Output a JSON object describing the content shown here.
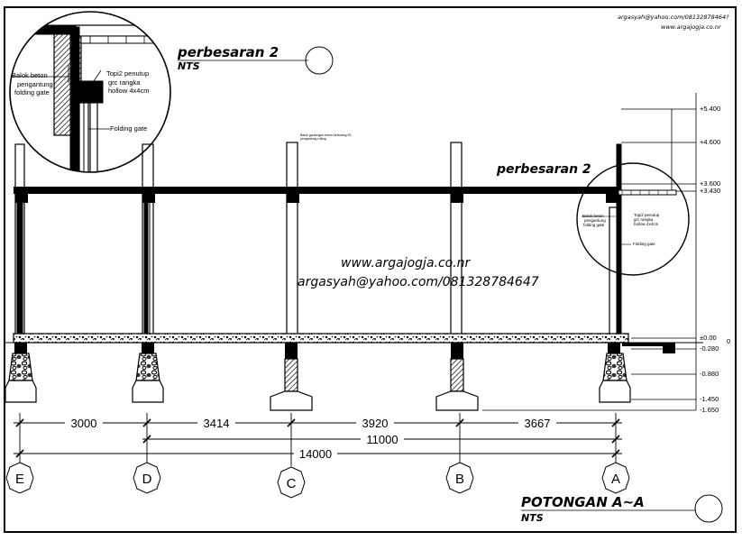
{
  "header": {
    "contact_line1": "argasyah@yahoo.com/08132878464?",
    "contact_line2": "www.argajogja.co.nr"
  },
  "watermark": {
    "line1": "www.argajogja.co.nr",
    "line2": "argasyah@yahoo.com/081328784647"
  },
  "detail_title": {
    "title": "perbesaran 2",
    "scale": "NTS"
  },
  "detail_callout": {
    "label": "perbesaran 2"
  },
  "detail_notes": {
    "beam": [
      "Balok beton",
      "pengantung",
      "folding gate"
    ],
    "cap": [
      "Topi2 penutup",
      "grc rangka",
      "hollow 4x4cm"
    ],
    "gate": "Folding gate"
  },
  "small_notes": {
    "beam": [
      "Balok beton",
      "pengantung",
      "folding gate"
    ],
    "cap": [
      "Topi2 penutup",
      "grc rangka",
      "hollow 4x4cm"
    ],
    "gate": "Folding gate",
    "top_note": [
      "Balok gantungan beton bertulang 30",
      "pengantung rolling"
    ]
  },
  "levels": [
    "+5.400",
    "+4.600",
    "+3.600",
    "+3.430",
    "±0.00",
    "-0.280",
    "-0.880",
    "-1.450",
    "-1.650"
  ],
  "level_zero_mark": "0",
  "dimensions": {
    "spans": [
      "3000",
      "3414",
      "3920",
      "3667"
    ],
    "partial_total": "11000",
    "total": "14000"
  },
  "grid_axes": [
    "E",
    "D",
    "C",
    "B",
    "A"
  ],
  "section_title": {
    "title": "POTONGAN A~A",
    "scale": "NTS"
  }
}
